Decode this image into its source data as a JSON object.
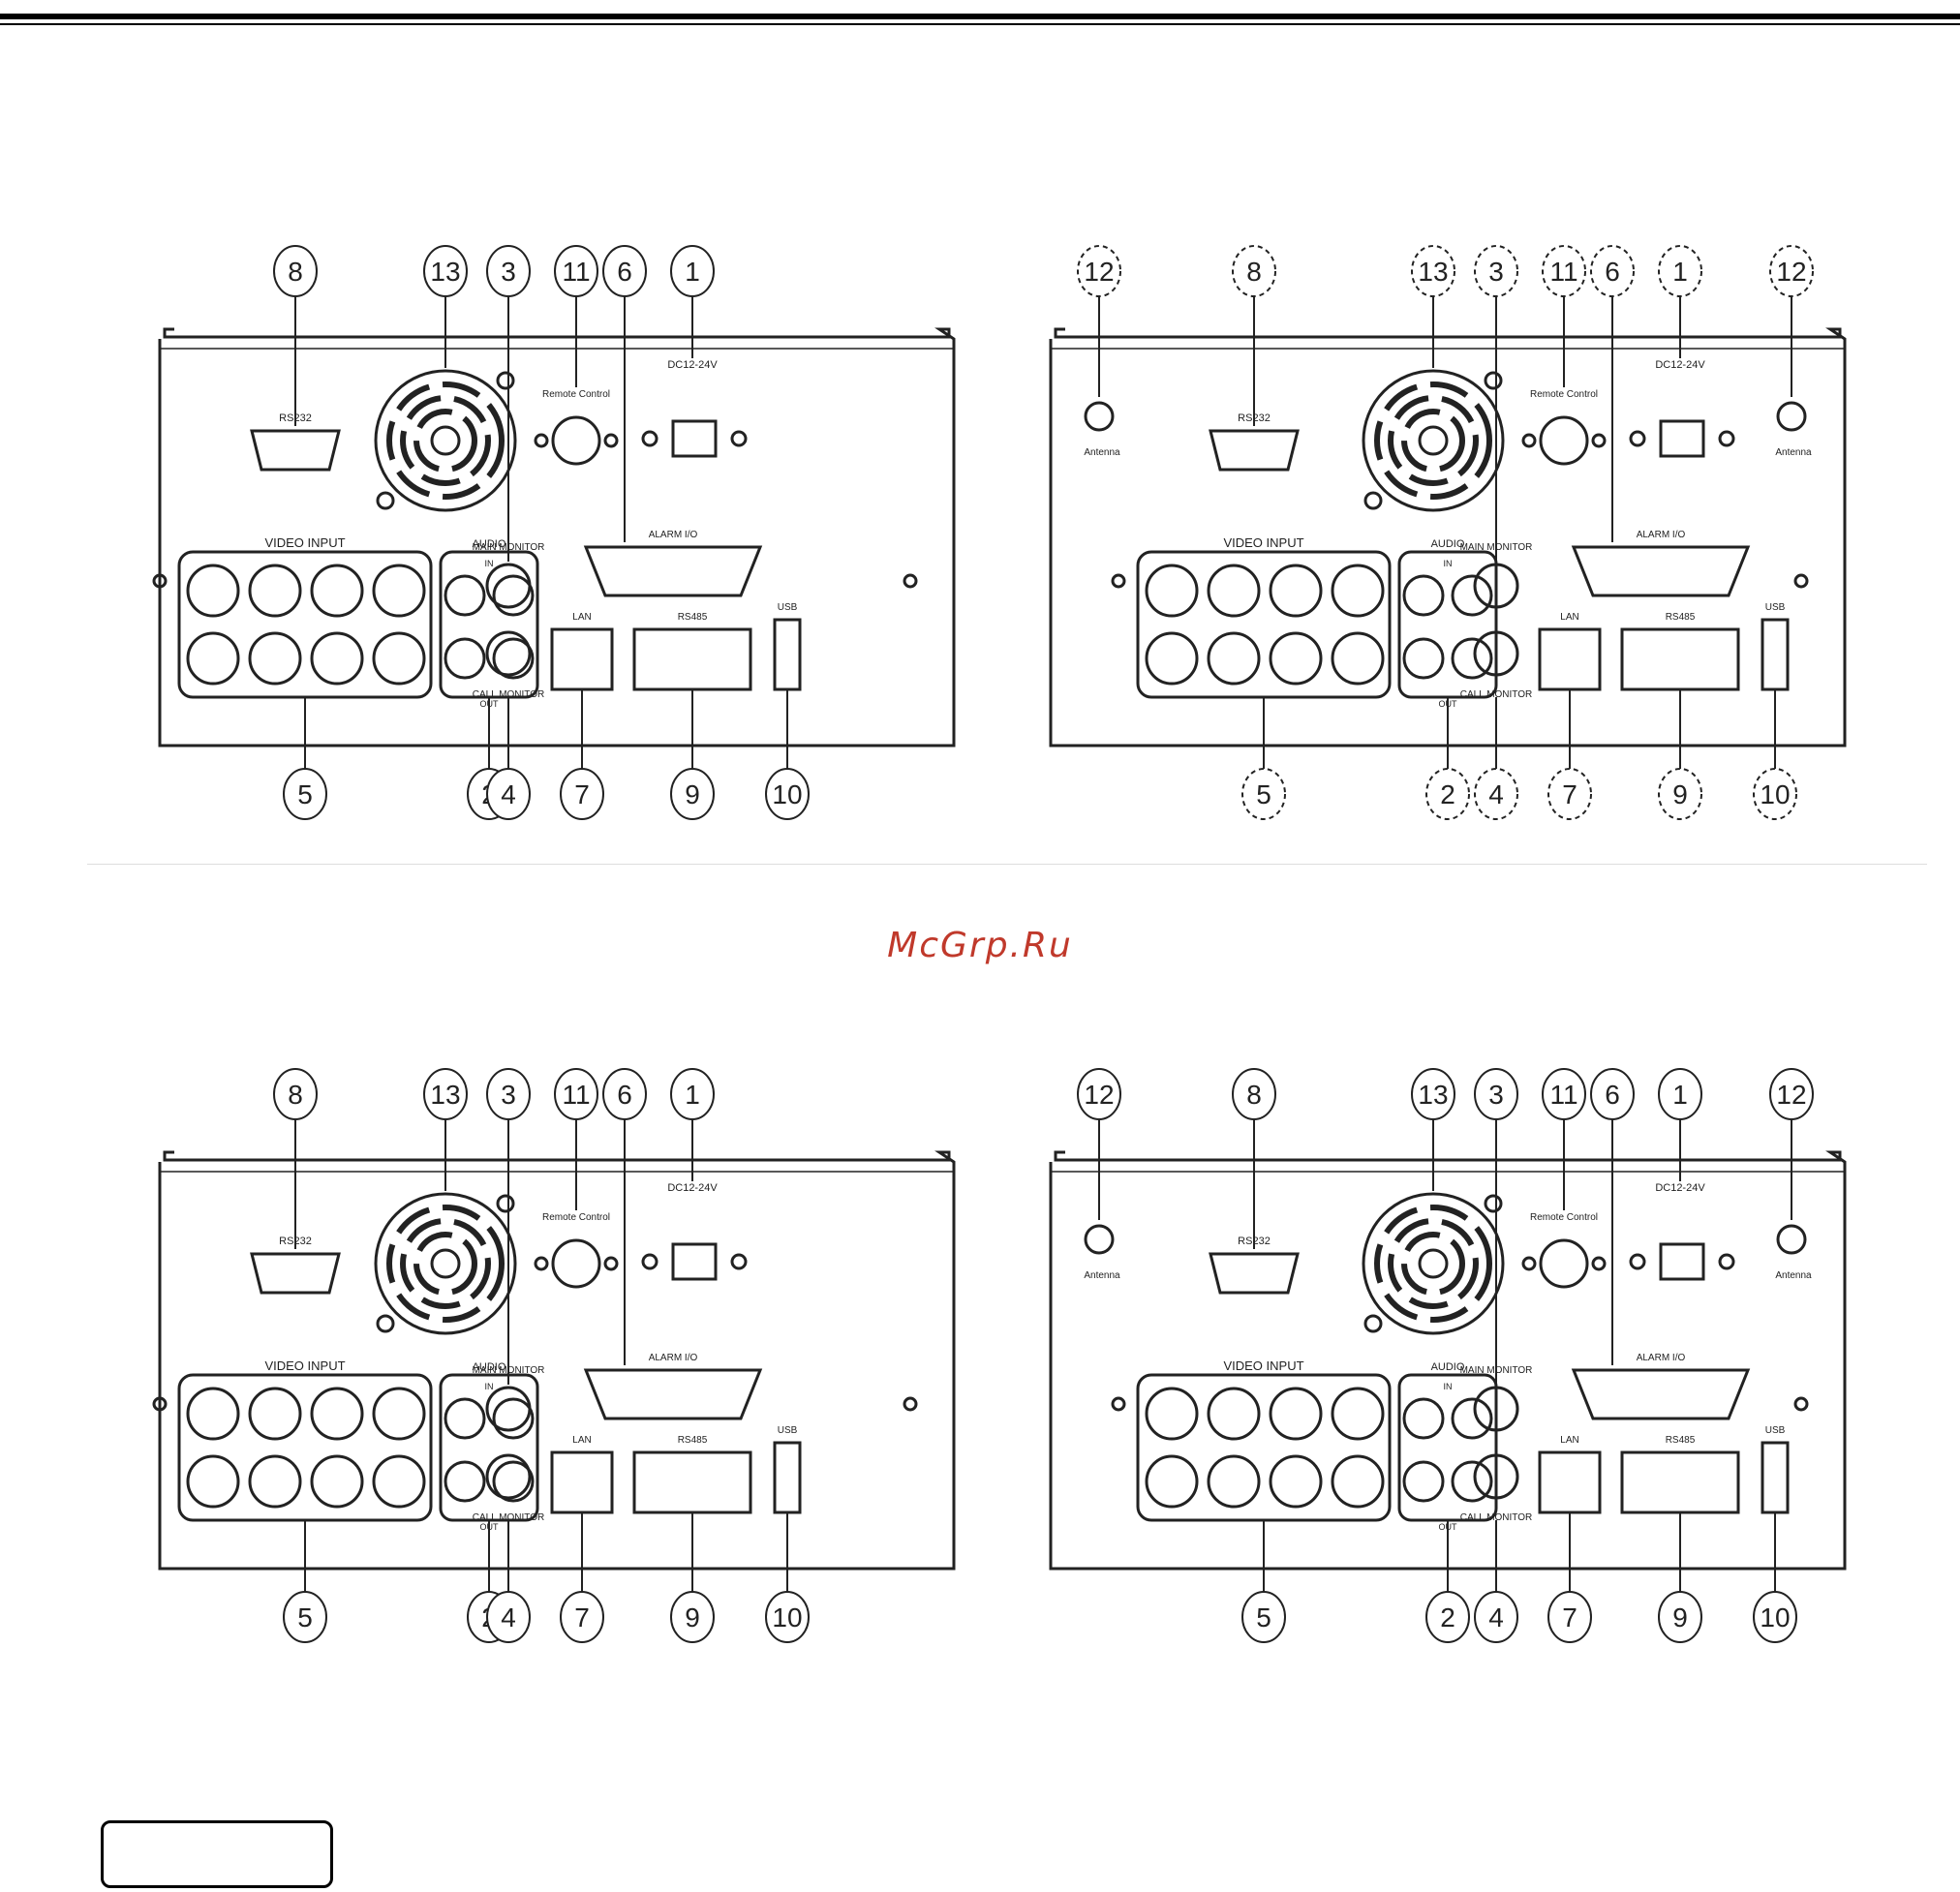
{
  "watermark": "McGrp.Ru",
  "labels": {
    "rs232": "RS232",
    "remote": "Remote Control",
    "dc": "DC12-24V",
    "video_input": "VIDEO INPUT",
    "audio": "AUDIO",
    "in": "IN",
    "out": "OUT",
    "main_monitor": "MAIN MONITOR",
    "call_monitor": "CALL MONITOR",
    "alarm_io": "ALARM I/O",
    "lan": "LAN",
    "rs485": "RS485",
    "usb": "USB",
    "antenna": "Antenna"
  },
  "callouts_basic": {
    "top": [
      "8",
      "13",
      "3",
      "11",
      "6",
      "1"
    ],
    "bottom": [
      "5",
      "2",
      "4",
      "7",
      "9",
      "10"
    ]
  },
  "callouts_wireless": {
    "top": [
      "12",
      "8",
      "13",
      "3",
      "11",
      "6",
      "1",
      "12"
    ],
    "bottom": [
      "5",
      "2",
      "4",
      "7",
      "9",
      "10"
    ]
  },
  "page_box": ""
}
